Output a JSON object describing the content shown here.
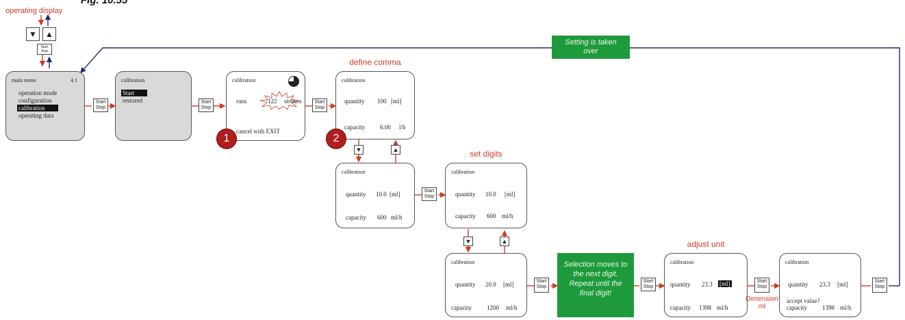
{
  "figure": {
    "caption": "Fig. 10.55"
  },
  "labels": {
    "operating_display": "operating display",
    "define_comma": "define comma",
    "set_digits": "set digits",
    "adjust_unit": "adjust unit",
    "dimension": "Dimension",
    "dimension_unit": "ml"
  },
  "keys": {
    "start_stop": "Start Stop",
    "up": "▲",
    "down": "▼"
  },
  "notes": {
    "setting_taken_over": "Setting is taken over",
    "selection_moves": "Selection moves to the next digit. Repeat until the final digit!"
  },
  "screens": {
    "main_menu": {
      "title": "main menu",
      "page": "4.1",
      "items": [
        "operation mode",
        "configuration",
        "calibration",
        "operating data"
      ],
      "selected_index": 2
    },
    "calib_start": {
      "title": "calibration",
      "start": "Start",
      "restored": "restored"
    },
    "calib_running": {
      "title": "calibration",
      "runs": "runs",
      "count": "122",
      "strokes": "strokes",
      "cancel": "cancel with EXIT"
    },
    "define_comma": {
      "title": "calibration",
      "quantity": "quantity",
      "value": "100",
      "unit": "[ml]",
      "capacity": "capacity",
      "cap_value": "6.00",
      "cap_unit": "l/h"
    },
    "comma_moved": {
      "title": "calibration",
      "quantity": "quantity",
      "value": "10.0",
      "unit": "[ml]",
      "capacity": "capacity",
      "cap_value": "600",
      "cap_unit": "ml/h"
    },
    "set_digits": {
      "title": "calibration",
      "quantity": "quantity",
      "value": "10.0",
      "unit": "[ml]",
      "capacity": "capacity",
      "cap_value": "600",
      "cap_unit": "ml/h"
    },
    "digit_changed": {
      "title": "calibration",
      "quantity": "quantity",
      "value": "20.0",
      "unit": "[ml]",
      "capacity": "capacity",
      "cap_value": "1200",
      "cap_unit": "ml/h"
    },
    "adjust_unit": {
      "title": "calibration",
      "quantity": "quantity",
      "value": "23.3",
      "unit": "[ml]",
      "capacity": "capacity",
      "cap_value": "1398",
      "cap_unit": "ml/h"
    },
    "accept": {
      "title": "calibration",
      "quantity": "quantity",
      "value": "23.3",
      "unit": "[ml]",
      "accept": "accept value?",
      "capacity": "capacity",
      "cap_value": "1398",
      "cap_unit": "ml/h"
    }
  },
  "steps": {
    "one": "1",
    "two": "2"
  },
  "colors": {
    "arrow_red": "#d03a22",
    "arrow_navy": "#1f2a6e",
    "note_green": "#1e9a3c",
    "badge_red": "#b01e1e"
  }
}
